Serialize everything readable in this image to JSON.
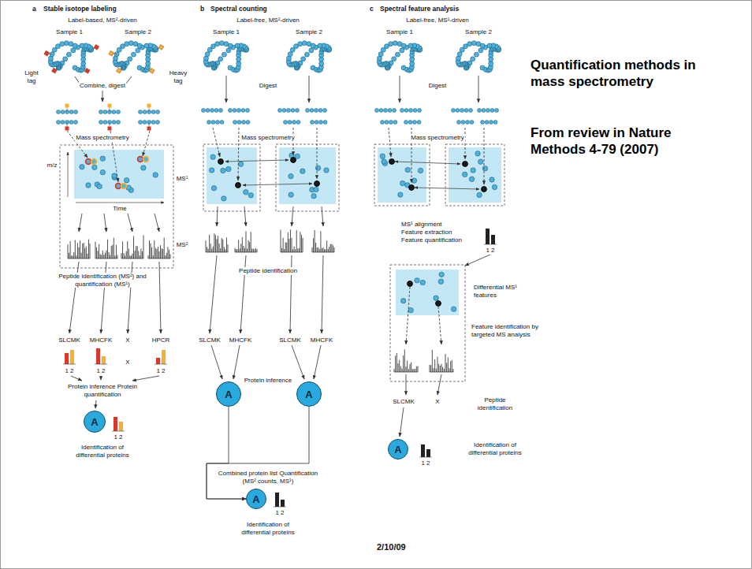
{
  "diagram": {
    "title": "Quantification methods in mass spectrometry",
    "nodes": [
      {
        "text": [
          "A"
        ]
      },
      {
        "text": [
          "A"
        ]
      },
      {
        "text": [
          "A"
        ]
      },
      {
        "text": [
          "A"
        ]
      },
      {
        "text": [
          "A"
        ]
      }
    ],
    "edges": [
      {
        "from": 1,
        "to": 3,
        "arrow": "to"
      },
      {
        "from": 2,
        "to": 3,
        "arrow": "to"
      }
    ],
    "labels": [
      "a",
      "Stable isotope labeling",
      "Label-based, MS²-driven",
      "Sample 1",
      "Sample 2",
      "Light tag",
      "Heavy tag",
      "Combine, digest",
      "Mass spectrometry",
      "m/z",
      "Time",
      "MS¹",
      "MS²",
      "Peptide identification (MS²) and quantification (MS¹)",
      "SLCMK",
      "MHCFK",
      "X",
      "HPCR",
      "X",
      "1 2",
      "1 2",
      "1 2",
      "Protein inference Protein quantification",
      "1 2",
      "Identification of differential proteins",
      "b",
      "Spectral counting",
      "Label-free, MS²-driven",
      "Sample 1",
      "Sample 2",
      "Digest",
      "Mass spectrometry",
      "Peptide identification",
      "SLCMK",
      "MHCFK",
      "SLCMK",
      "MHCFK",
      "Protein inference",
      "Combined protein list Quantification (MS² counts, MS¹)",
      "1 2",
      "Identification of differential proteins",
      "c",
      "Spectral feature analysis",
      "Label-free, MS¹-driven",
      "Sample 1",
      "Sample 2",
      "Digest",
      "Mass spectrometry",
      "MS¹ alignment",
      "Feature extraction",
      "Feature quantification",
      "1 2",
      "Differential MS¹ features",
      "Feature identification by targeted MS analysis",
      "SLCMK",
      "X",
      "Peptide identification",
      "1 2",
      "Identification of differential proteins",
      "From review in Nature Methods 4-79 (2007)",
      "2/10/09"
    ]
  }
}
